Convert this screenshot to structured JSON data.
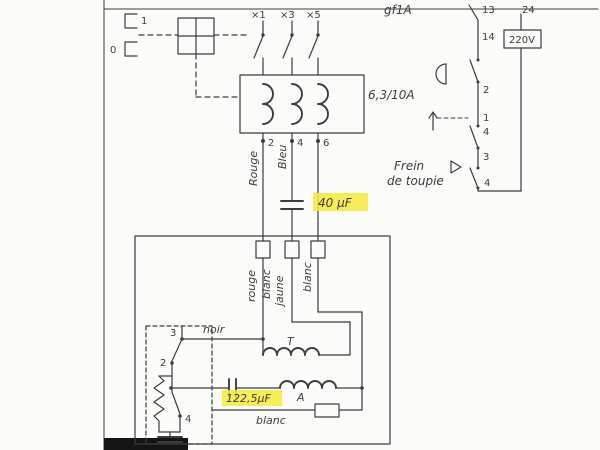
{
  "colors": {
    "ink": "#3d3d3d",
    "highlight": "#f4e93c",
    "paper": "#fbfbf9"
  },
  "upper": {
    "switch_on": "1",
    "switch_off": "0",
    "pole_labels": [
      "×1",
      "×3",
      "×5"
    ],
    "rating": "6,3/10A",
    "terminals": [
      "2",
      "4",
      "6"
    ],
    "wire_rouge": "Rouge",
    "wire_bleu": "Bleu",
    "cap_value": "40 µF",
    "fuse": "gf1A"
  },
  "right": {
    "t13": "13",
    "t14": "14",
    "wire24": "24",
    "voltage": "220V",
    "t2": "2",
    "t1": "1",
    "t4": "4",
    "t3": "3",
    "t4b": "4",
    "brake1": "Frein",
    "brake2": "de toupie"
  },
  "lower": {
    "wire_rouge": "rouge",
    "wire_blanc1": "blanc",
    "wire_jaune": "jaune",
    "wire_blanc2": "blanc",
    "wire_noir": "noir",
    "coil_t": "T",
    "coil_a": "A",
    "cap_value": "122,5µF",
    "wire_blanc3": "blanc",
    "sw_t3": "3",
    "sw_t2": "2",
    "sw_t4": "4"
  }
}
